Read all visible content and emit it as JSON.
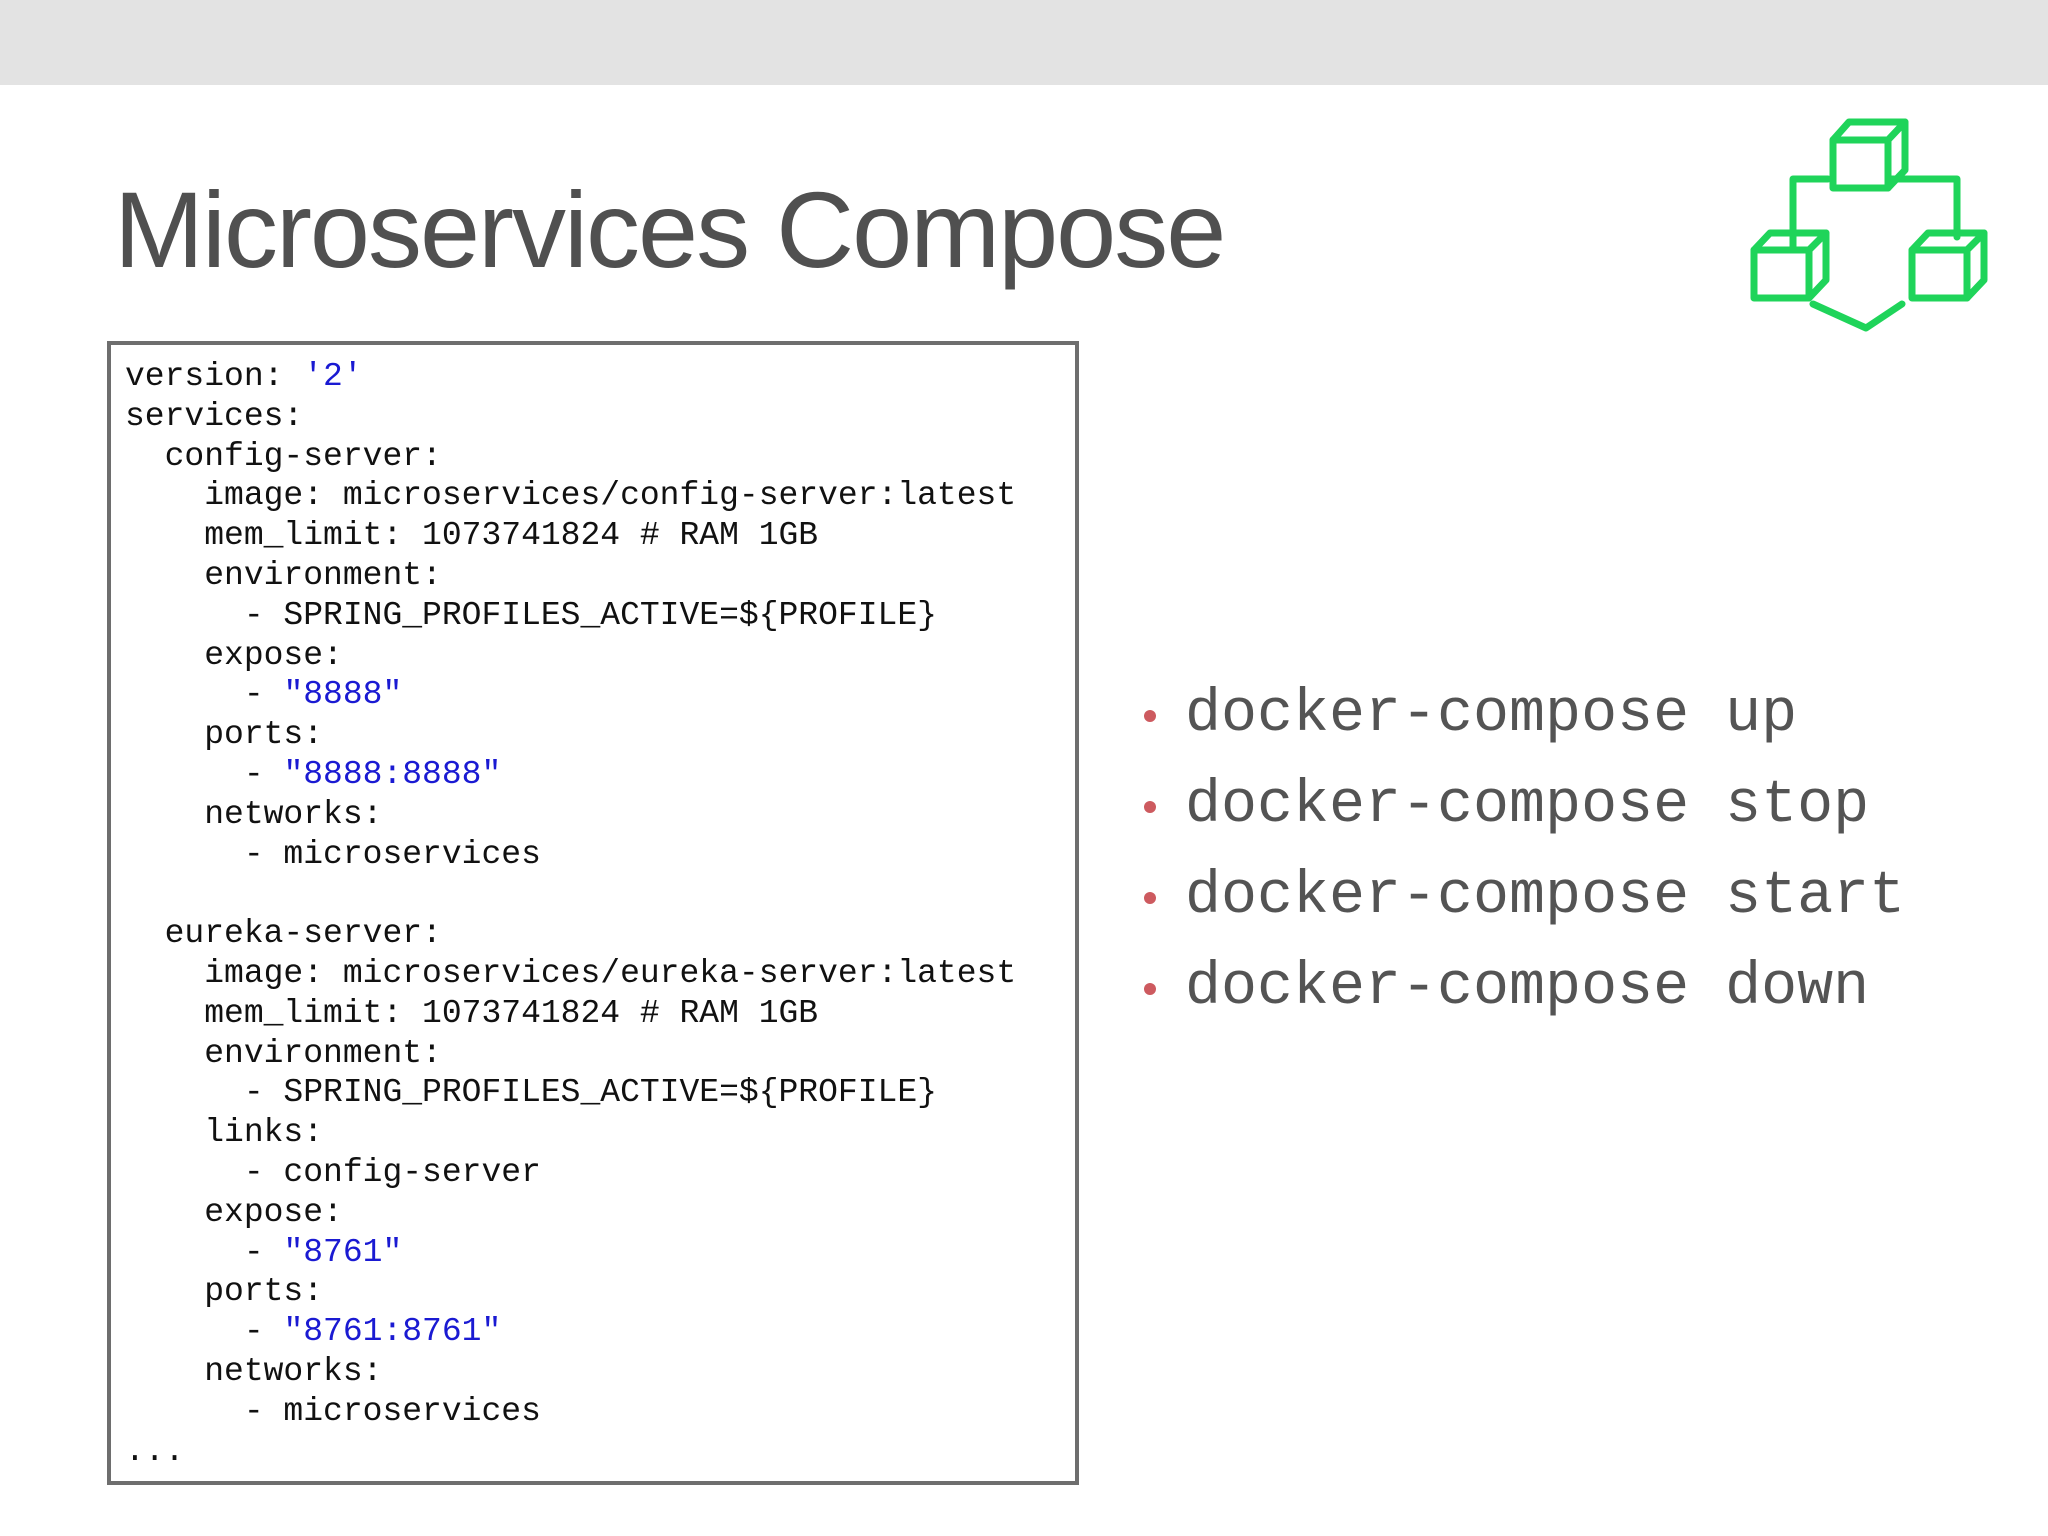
{
  "slide": {
    "title": "Microservices Compose"
  },
  "logo": {
    "icon": "docker-compose-cubes-icon",
    "color": "#1fd45a"
  },
  "code": {
    "lines": [
      {
        "text": "version: ",
        "value": "'2'"
      },
      {
        "text": "services:",
        "value": ""
      },
      {
        "text": "  config-server:",
        "value": ""
      },
      {
        "text": "    image: microservices/config-server:latest",
        "value": ""
      },
      {
        "text": "    mem_limit: 1073741824 # RAM 1GB",
        "value": ""
      },
      {
        "text": "    environment:",
        "value": ""
      },
      {
        "text": "      - SPRING_PROFILES_ACTIVE=${PROFILE}",
        "value": ""
      },
      {
        "text": "    expose:",
        "value": ""
      },
      {
        "text": "      - ",
        "value": "\"8888\""
      },
      {
        "text": "    ports:",
        "value": ""
      },
      {
        "text": "      - ",
        "value": "\"8888:8888\""
      },
      {
        "text": "    networks:",
        "value": ""
      },
      {
        "text": "      - microservices",
        "value": ""
      },
      {
        "text": "",
        "value": ""
      },
      {
        "text": "  eureka-server:",
        "value": ""
      },
      {
        "text": "    image: microservices/eureka-server:latest",
        "value": ""
      },
      {
        "text": "    mem_limit: 1073741824 # RAM 1GB",
        "value": ""
      },
      {
        "text": "    environment:",
        "value": ""
      },
      {
        "text": "      - SPRING_PROFILES_ACTIVE=${PROFILE}",
        "value": ""
      },
      {
        "text": "    links:",
        "value": ""
      },
      {
        "text": "      - config-server",
        "value": ""
      },
      {
        "text": "    expose:",
        "value": ""
      },
      {
        "text": "      - ",
        "value": "\"8761\""
      },
      {
        "text": "    ports:",
        "value": ""
      },
      {
        "text": "      - ",
        "value": "\"8761:8761\""
      },
      {
        "text": "    networks:",
        "value": ""
      },
      {
        "text": "      - microservices",
        "value": ""
      },
      {
        "text": "...",
        "value": ""
      }
    ]
  },
  "commands": [
    "docker-compose up",
    "docker-compose stop",
    "docker-compose start",
    "docker-compose down"
  ],
  "colors": {
    "title": "#505050",
    "code_value": "#1a1ad2",
    "bullet": "#cd5a5f",
    "command_text": "#545454",
    "top_band": "#e3e3e3"
  }
}
